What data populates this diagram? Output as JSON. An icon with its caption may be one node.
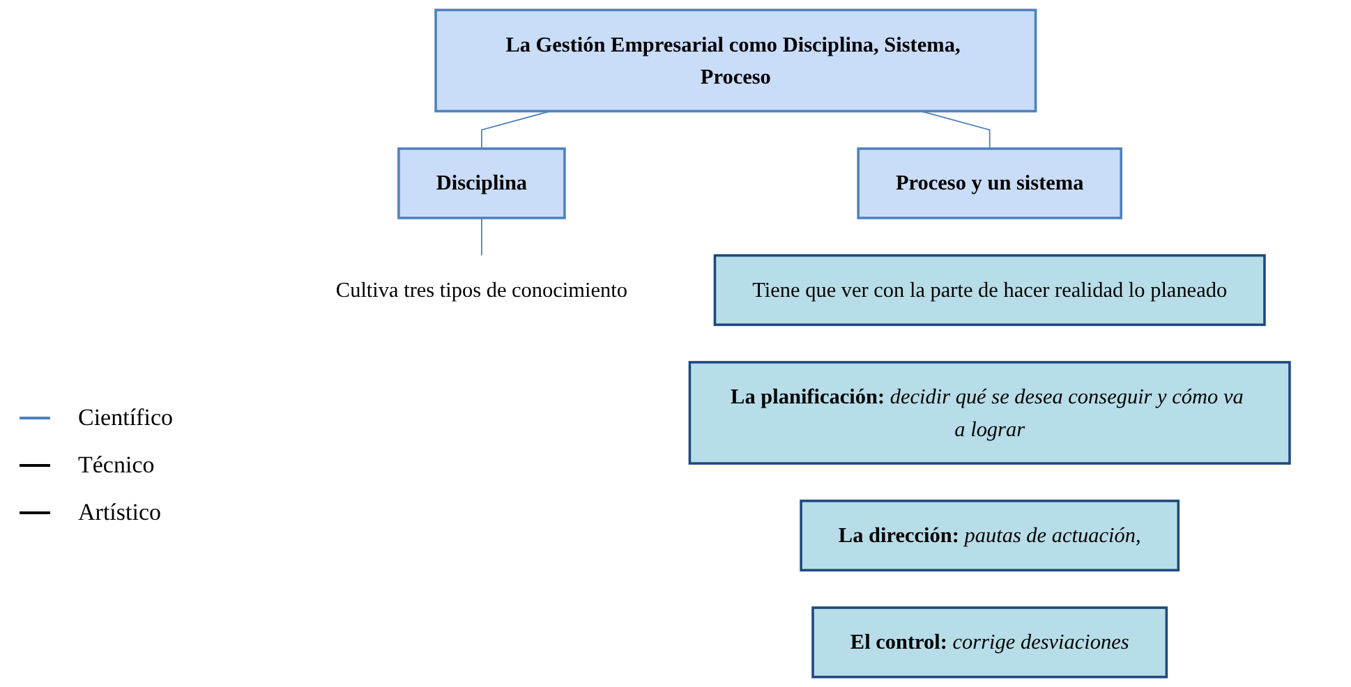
{
  "diagram": {
    "nodes": [
      {
        "text": [
          "La Gestión Empresarial como Disciplina, Sistema, Proceso"
        ]
      },
      {
        "text": [
          "Disciplina"
        ]
      },
      {
        "text": [
          "Proceso y un sistema"
        ]
      },
      {
        "text": [
          "Cultiva tres tipos de conocimiento"
        ]
      },
      {
        "text": [
          "Tiene que ver con la parte de hacer realidad lo planeado"
        ]
      },
      {
        "text": [
          "La planificación:",
          "decidir  qué se desea conseguir y cómo va a lograr"
        ]
      },
      {
        "text": [
          "La dirección:",
          "pautas de actuación,"
        ]
      },
      {
        "text": [
          "El control:",
          "corrige desviaciones"
        ]
      }
    ],
    "edges": [
      {
        "from": 0,
        "to": 1,
        "arrow": "none"
      },
      {
        "from": 0,
        "to": 2,
        "arrow": "none"
      },
      {
        "from": 1,
        "to": 3,
        "arrow": "none"
      }
    ],
    "labels": [
      "Científico",
      "Técnico",
      "Artístico"
    ]
  }
}
